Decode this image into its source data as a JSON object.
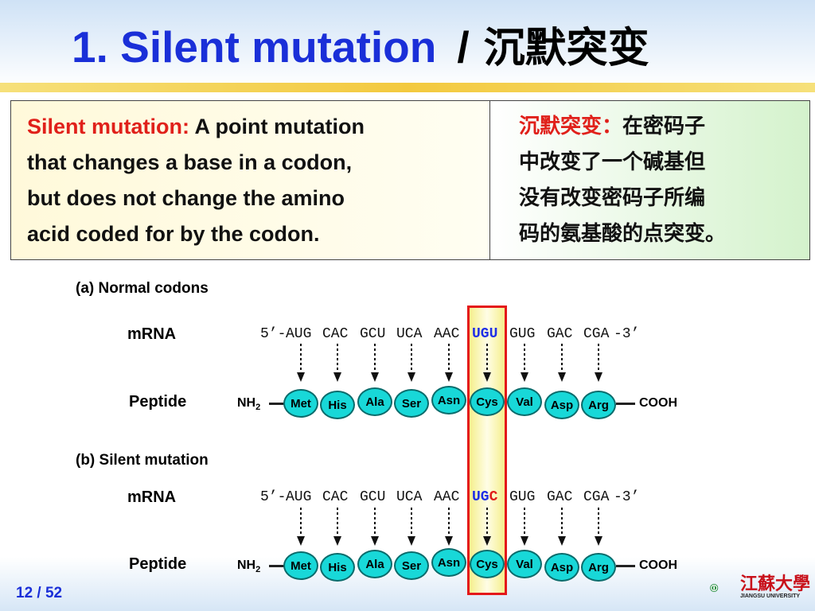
{
  "title": {
    "en": "1. Silent mutation",
    "sep": "/",
    "cn": "沉默突变"
  },
  "definition": {
    "en_term": "Silent mutation:",
    "en_lines": [
      " A point mutation",
      "that changes a base in a codon,",
      "but does not change the amino",
      "acid coded for by the codon."
    ],
    "cn_term": "沉默突变：",
    "cn_lines": [
      "在密码子",
      "中改变了一个碱基但",
      "没有改变密码子所编",
      "码的氨基酸的点突变。"
    ]
  },
  "panels": [
    {
      "label": "(a) Normal codons",
      "mrna_label": "mRNA",
      "prefix": "5’-",
      "codons": [
        "AUG",
        "CAC",
        "GCU",
        "UCA",
        "AAC",
        "UGU",
        "GUG",
        "GAC",
        "CGA"
      ],
      "mutated_codon": {
        "base": "UGU",
        "highlight_base": ""
      },
      "suffix": "-3’",
      "peptide_label": "Peptide",
      "n_term": "NH",
      "n_term_sub": "2",
      "c_term": "COOH",
      "amino_acids": [
        "Met",
        "His",
        "Ala",
        "Ser",
        "Asn",
        "Cys",
        "Val",
        "Asp",
        "Arg"
      ]
    },
    {
      "label": "(b) Silent mutation",
      "mrna_label": "mRNA",
      "prefix": "5’-",
      "codons": [
        "AUG",
        "CAC",
        "GCU",
        "UCA",
        "AAC",
        "UGC",
        "GUG",
        "GAC",
        "CGA"
      ],
      "mutated_codon": {
        "base": "UG",
        "highlight_base": "C"
      },
      "suffix": "-3’",
      "peptide_label": "Peptide",
      "n_term": "NH",
      "n_term_sub": "2",
      "c_term": "COOH",
      "amino_acids": [
        "Met",
        "His",
        "Ala",
        "Ser",
        "Asn",
        "Cys",
        "Val",
        "Asp",
        "Arg"
      ]
    }
  ],
  "footer": {
    "page": "12 / 52",
    "logo_text": "江蘇大學",
    "logo_sub": "JIANGSU UNIVERSITY"
  },
  "colors": {
    "title_blue": "#1a2fd8",
    "red": "#e0201a",
    "bead": "#18d8d8",
    "highlight_border": "#e4181a"
  }
}
